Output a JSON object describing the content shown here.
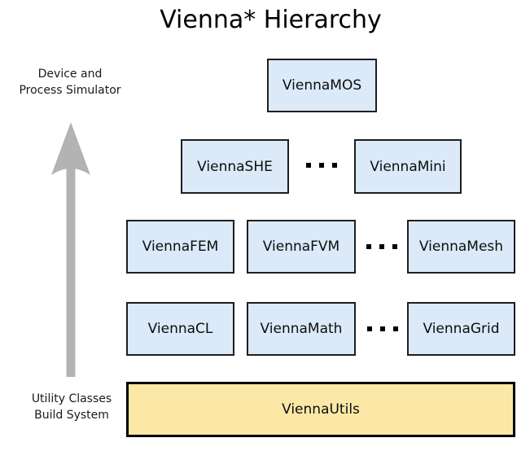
{
  "title": "Vienna* Hierarchy",
  "annotations": {
    "top_label": {
      "line1": "Device and",
      "line2": "Process Simulator"
    },
    "bottom_label": {
      "line1": "Utility Classes",
      "line2": "Build System"
    }
  },
  "arrow": {
    "direction": "up",
    "color": "#b3b3b3"
  },
  "colors": {
    "module_fill": "#dbe9f8",
    "module_border": "#1f1f1f",
    "utils_fill": "#fbe8a6",
    "utils_border": "#000000",
    "text": "#0d0d0d",
    "background": "#ffffff"
  },
  "boxes": {
    "mos": "ViennaMOS",
    "she": "ViennaSHE",
    "mini": "ViennaMini",
    "fem": "ViennaFEM",
    "fvm": "ViennaFVM",
    "mesh": "ViennaMesh",
    "cl": "ViennaCL",
    "math": "ViennaMath",
    "grid": "ViennaGrid",
    "utils": "ViennaUtils"
  }
}
